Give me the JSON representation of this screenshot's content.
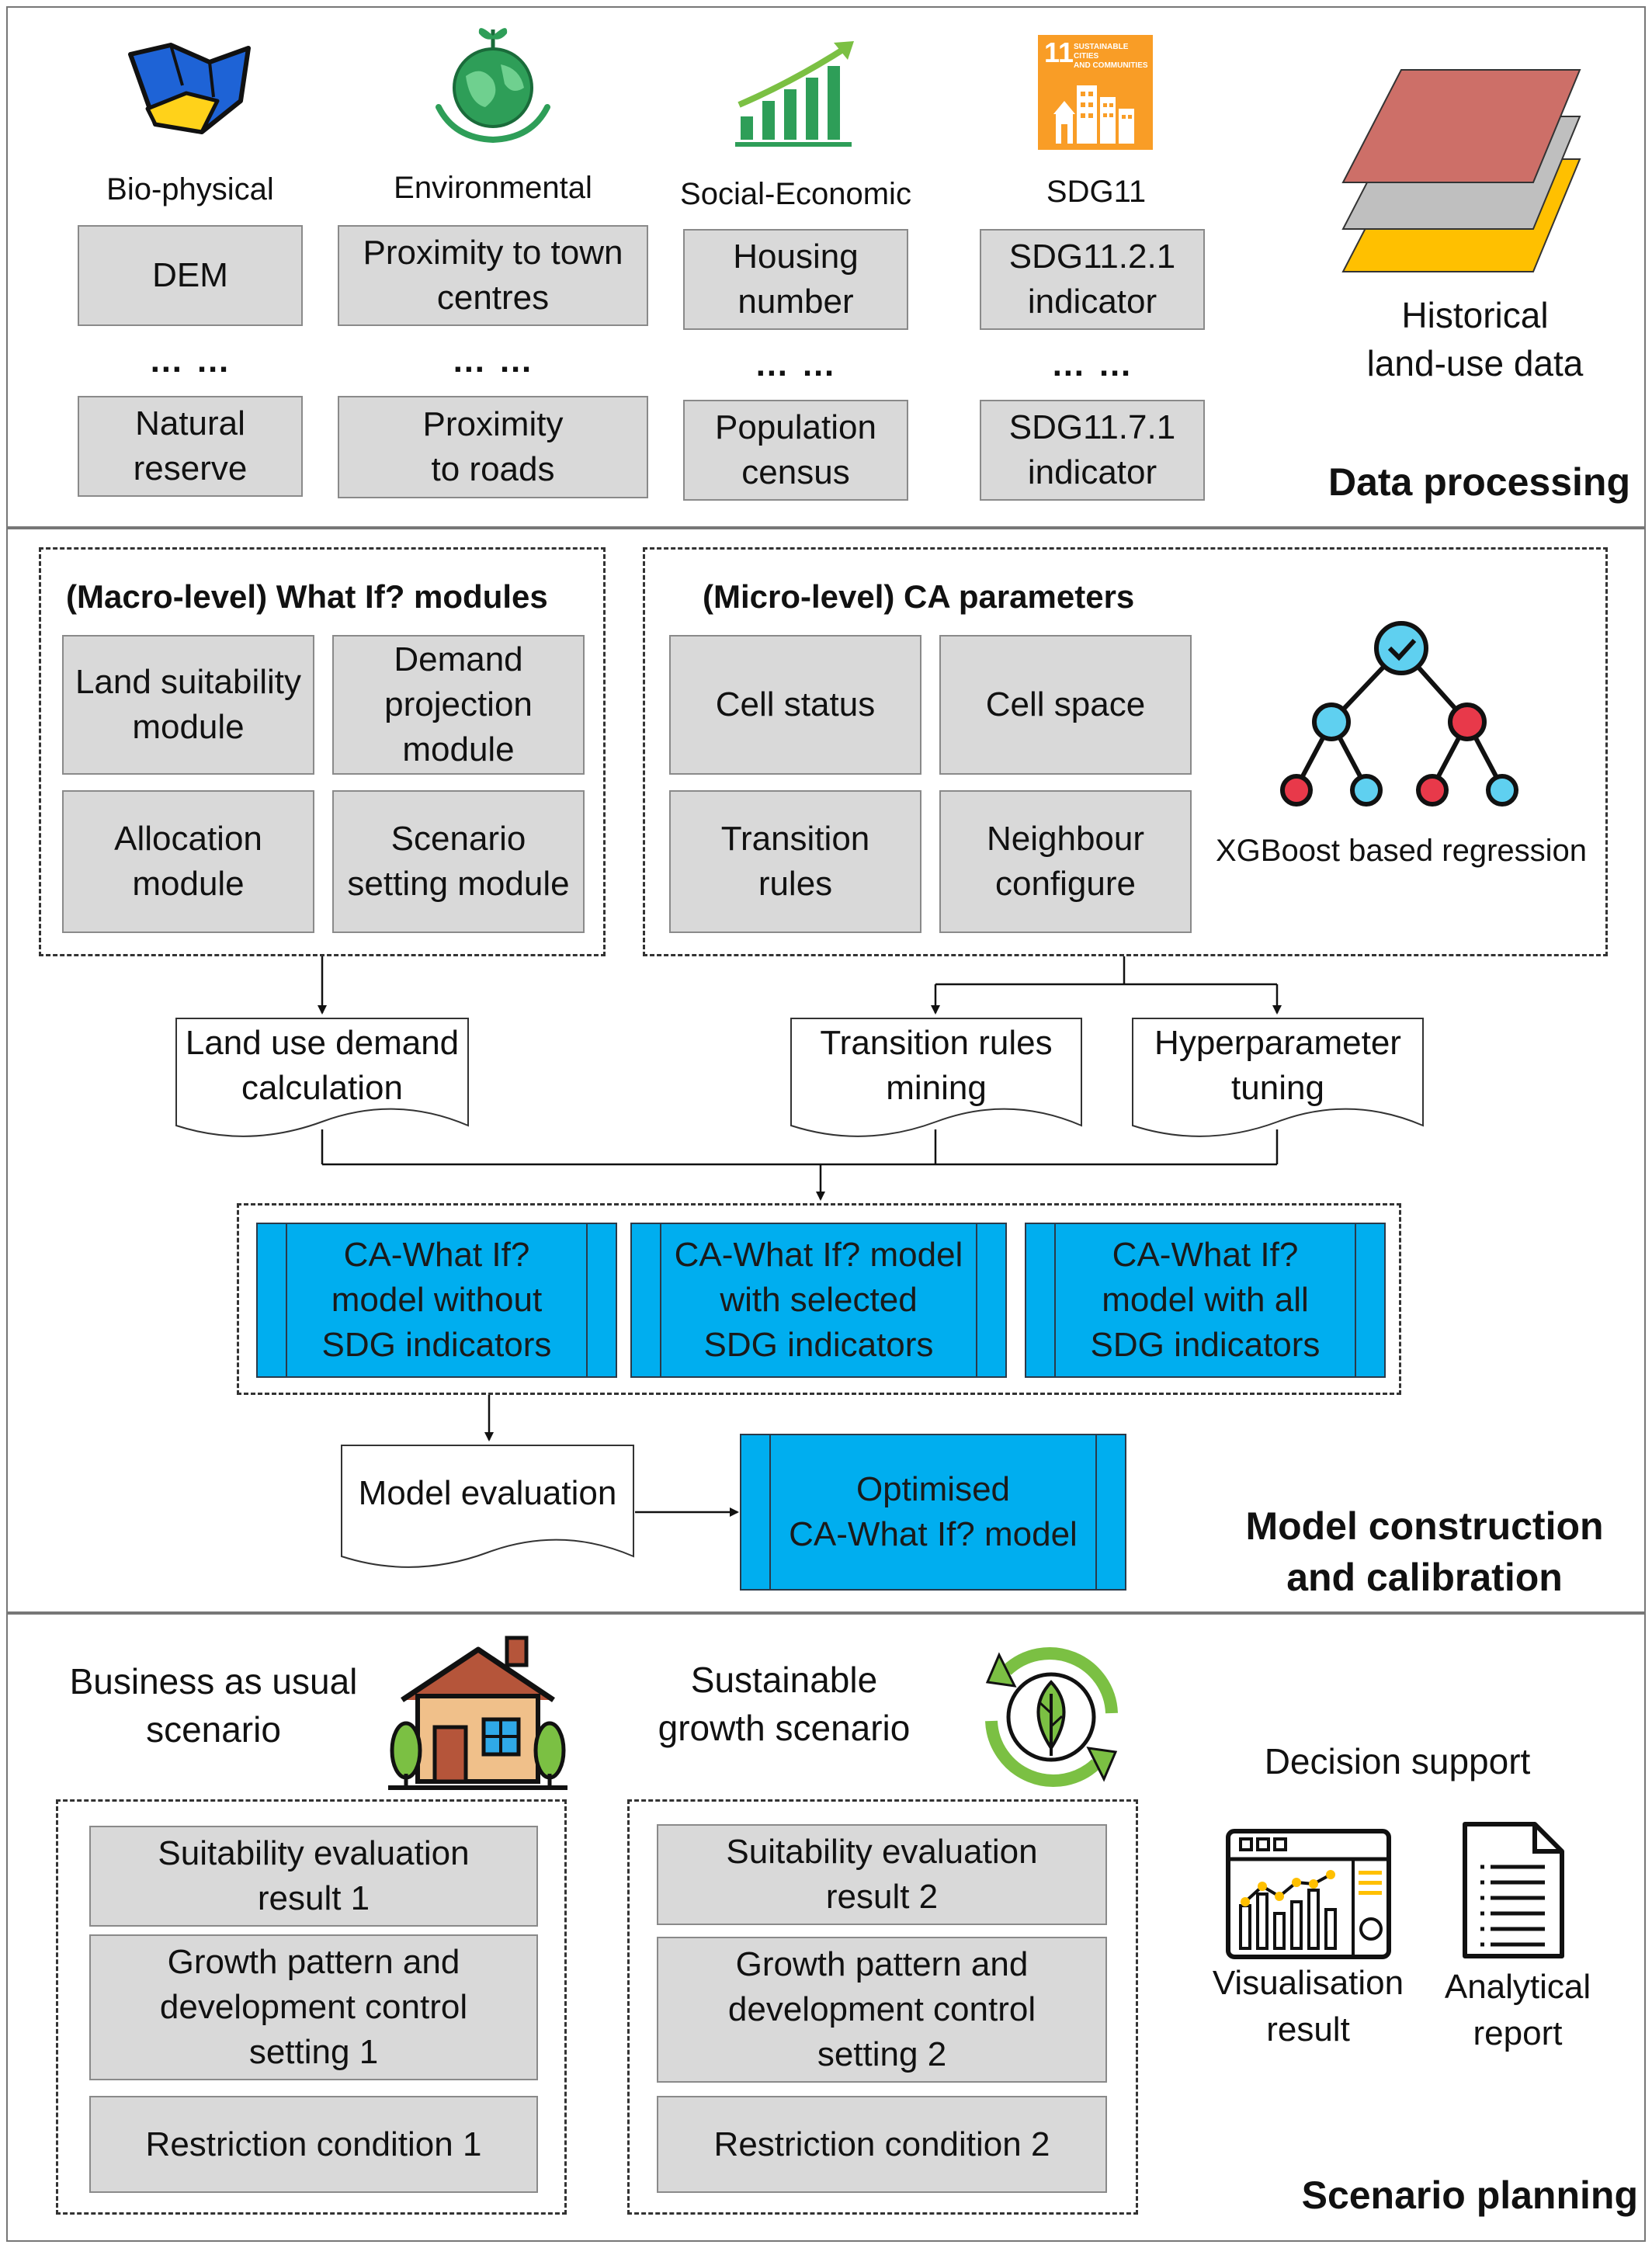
{
  "panel1": {
    "title": "Data processing",
    "categories": [
      {
        "name": "Bio-physical",
        "top": "DEM",
        "bottom": "Natural\nreserve"
      },
      {
        "name": "Environmental",
        "top": "Proximity to town\ncentres",
        "bottom": "Proximity\nto roads"
      },
      {
        "name": "Social-Economic",
        "top": "Housing\nnumber",
        "bottom": "Population\ncensus"
      },
      {
        "name": "SDG11",
        "top": "SDG11.2.1\nindicator",
        "bottom": "SDG11.7.1\nindicator"
      }
    ],
    "ellipsis": "… …",
    "historical": "Historical\nland-use data",
    "sdg_icon_number": "11",
    "sdg_icon_text": "SUSTAINABLE CITIES\nAND COMMUNITIES"
  },
  "panel2": {
    "title": "Model construction\nand calibration",
    "macro_title": "(Macro-level) What If? modules",
    "macro_modules": [
      "Land suitability\nmodule",
      "Demand\nprojection\nmodule",
      "Allocation\nmodule",
      "Scenario\nsetting module"
    ],
    "micro_title": "(Micro-level) CA parameters",
    "micro_params": [
      "Cell status",
      "Cell space",
      "Transition\nrules",
      "Neighbour\nconfigure"
    ],
    "xgboost_label": "XGBoost based regression",
    "docs": {
      "demand": "Land use demand\ncalculation",
      "mining": "Transition rules\nmining",
      "tuning": "Hyperparameter\ntuning",
      "evaluation": "Model evaluation"
    },
    "models": [
      "CA-What If?\nmodel without\nSDG indicators",
      "CA-What If? model\nwith selected\nSDG indicators",
      "CA-What If?\nmodel with all\nSDG indicators"
    ],
    "optimised": "Optimised\nCA-What If? model"
  },
  "panel3": {
    "title": "Scenario planning",
    "bau_title": "Business as usual\nscenario",
    "sg_title": "Sustainable\ngrowth scenario",
    "bau_items": [
      "Suitability evaluation\nresult 1",
      "Growth pattern and\ndevelopment control\nsetting 1",
      "Restriction condition 1"
    ],
    "sg_items": [
      "Suitability evaluation\nresult 2",
      "Growth pattern and\ndevelopment control\nsetting 2",
      "Restriction condition 2"
    ],
    "decision_support": "Decision support",
    "visualisation": "Visualisation\nresult",
    "report": "Analytical\nreport"
  },
  "colors": {
    "blue_box": "#00aeef",
    "grey_box": "#d9d9d9",
    "layer_red": "#cd6f68",
    "layer_grey": "#bfbfbf",
    "layer_yellow": "#ffc000",
    "sdg_orange": "#f99d26"
  }
}
